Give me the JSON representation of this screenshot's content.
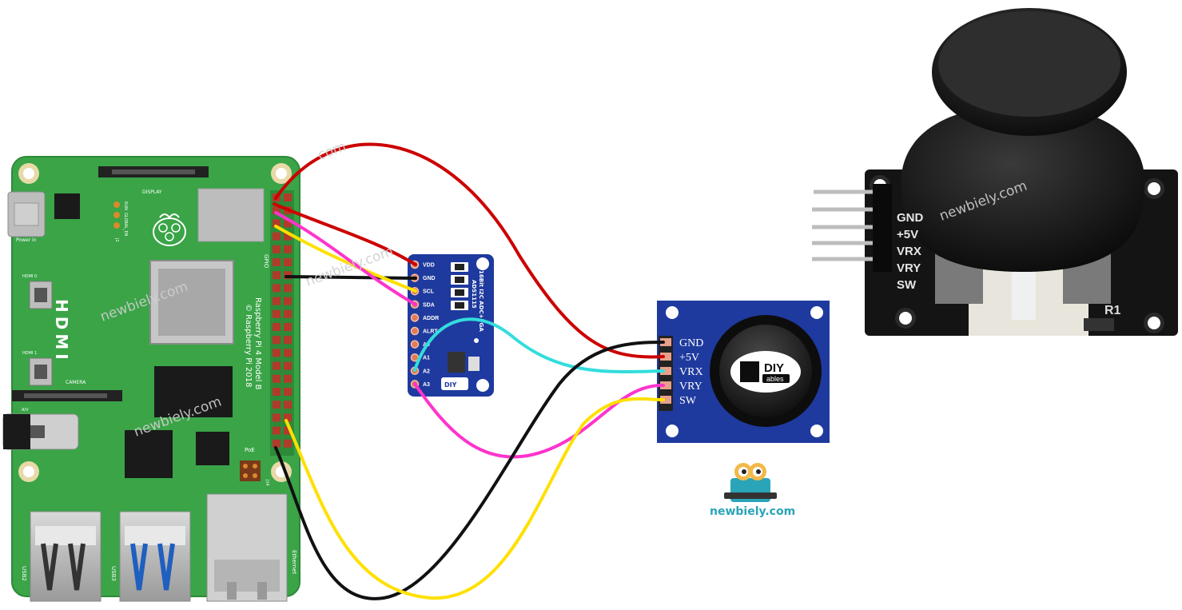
{
  "raspberry_pi": {
    "name_line1": "Raspberry Pi 4 Model B",
    "name_line2": "© Raspberry Pi 2018",
    "hdmi": "HDMI",
    "hdmi0": "HDMI 0",
    "hdmi1": "HDMI 1",
    "display": "DISPLAY",
    "camera": "CAMERA",
    "gpio": "GPIO",
    "poe": "PoE",
    "power_in": "Power in",
    "usb2": "USB2",
    "usb3": "USB3",
    "ethernet": "Ethernet",
    "run": "RUN",
    "global_en": "GLOBAL_EN",
    "j2": "J2",
    "av": "A/V",
    "j14": "J14"
  },
  "ads1115": {
    "title_line1": "16Bit I2C ADC+PGA",
    "title_line2": "ADS1115",
    "pins": [
      "VDD",
      "GND",
      "SCL",
      "SDA",
      "ADDR",
      "ALRT",
      "A0",
      "A1",
      "A2",
      "A3"
    ]
  },
  "joystick_module": {
    "pins": [
      "GND",
      "+5V",
      "VRX",
      "VRY",
      "SW"
    ],
    "logo_text": "DIY",
    "logo_subtext": "ables"
  },
  "joystick_photo": {
    "pins": [
      "GND",
      "+5V",
      "VRX",
      "VRY",
      "SW"
    ],
    "r1": "R1"
  },
  "watermarks": {
    "text": "newbiely.com",
    "brand": "newbiely.com"
  },
  "wire_colors": {
    "vdd": "#cc0000",
    "gnd": "#111111",
    "scl": "#ffe000",
    "sda": "#ff33cc",
    "vrx": "#33dddd"
  }
}
